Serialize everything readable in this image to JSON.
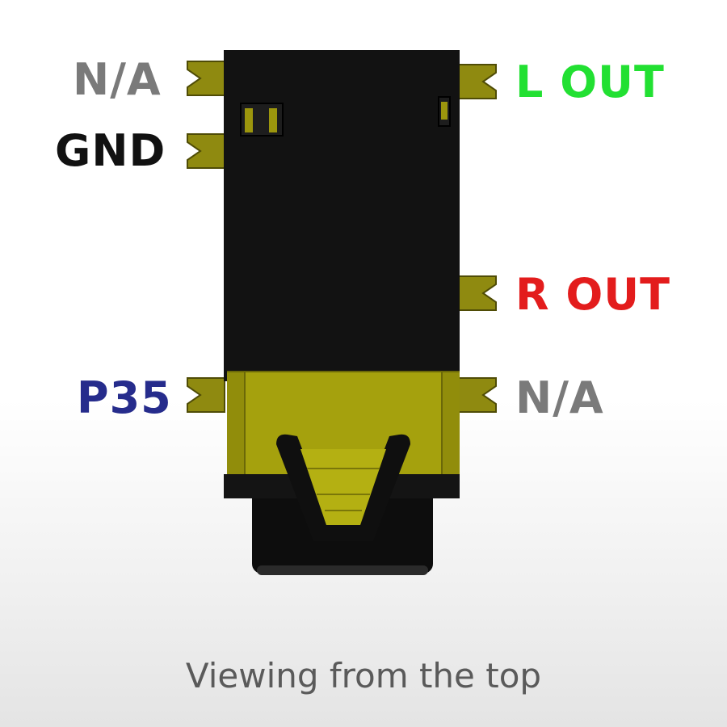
{
  "labels": {
    "na_top": "N/A",
    "gnd": "GND",
    "l_out": "L OUT",
    "r_out": "R OUT",
    "p35": "P35",
    "na_bottom": "N/A"
  },
  "caption": "Viewing from the top",
  "colors": {
    "na": "#7a7a7a",
    "gnd": "#111111",
    "l_out": "#22e032",
    "r_out": "#e31c1c",
    "p35": "#262c8c",
    "body": "#121212",
    "olive": "#a5a10d",
    "olive_dark": "#7d7a0a"
  }
}
